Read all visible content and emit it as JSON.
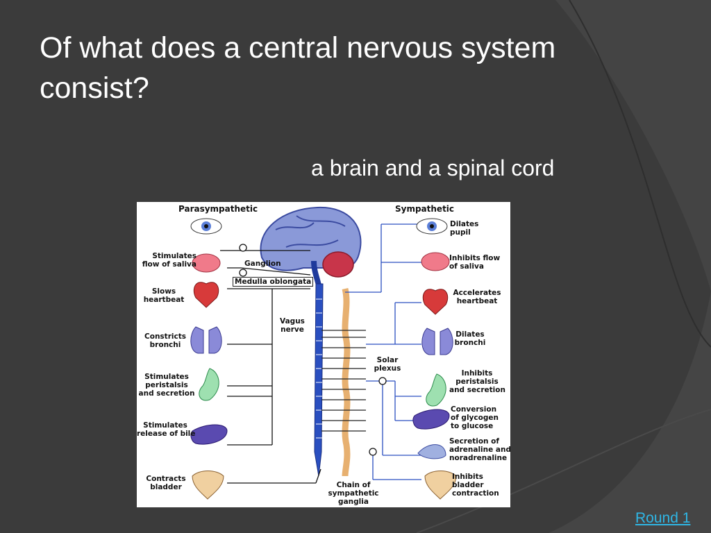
{
  "slide": {
    "title": "Of what does a central nervous system consist?",
    "answer": "a brain and a spinal cord",
    "nav_link": "Round 1"
  },
  "diagram": {
    "header_left": "Parasympathetic",
    "header_right": "Sympathetic",
    "left_labels": {
      "saliva": "Stimulates\nflow of saliva",
      "heart": "Slows\nheartbeat",
      "bronchi": "Constricts\nbronchi",
      "peristalsis": "Stimulates\nperistalsis\nand secretion",
      "bile": "Stimulates\nrelease of bile",
      "bladder": "Contracts\nbladder"
    },
    "right_labels": {
      "pupil": "Dilates\npupil",
      "saliva": "Inhibits flow\nof saliva",
      "heart": "Accelerates\nheartbeat",
      "bronchi": "Dilates\nbronchi",
      "peristalsis": "Inhibits\nperistalsis\nand secretion",
      "glycogen": "Conversion\nof glycogen\nto glucose",
      "adrenaline": "Secretion of\nadrenaline and\nnoradrenaline",
      "bladder": "Inhibits\nbladder\ncontraction"
    },
    "center_labels": {
      "ganglion": "Ganglion",
      "medulla": "Medulla oblongata",
      "vagus": "Vagus\nnerve",
      "solar": "Solar\nplexus",
      "chain": "Chain of\nsympathetic\nganglia"
    }
  }
}
